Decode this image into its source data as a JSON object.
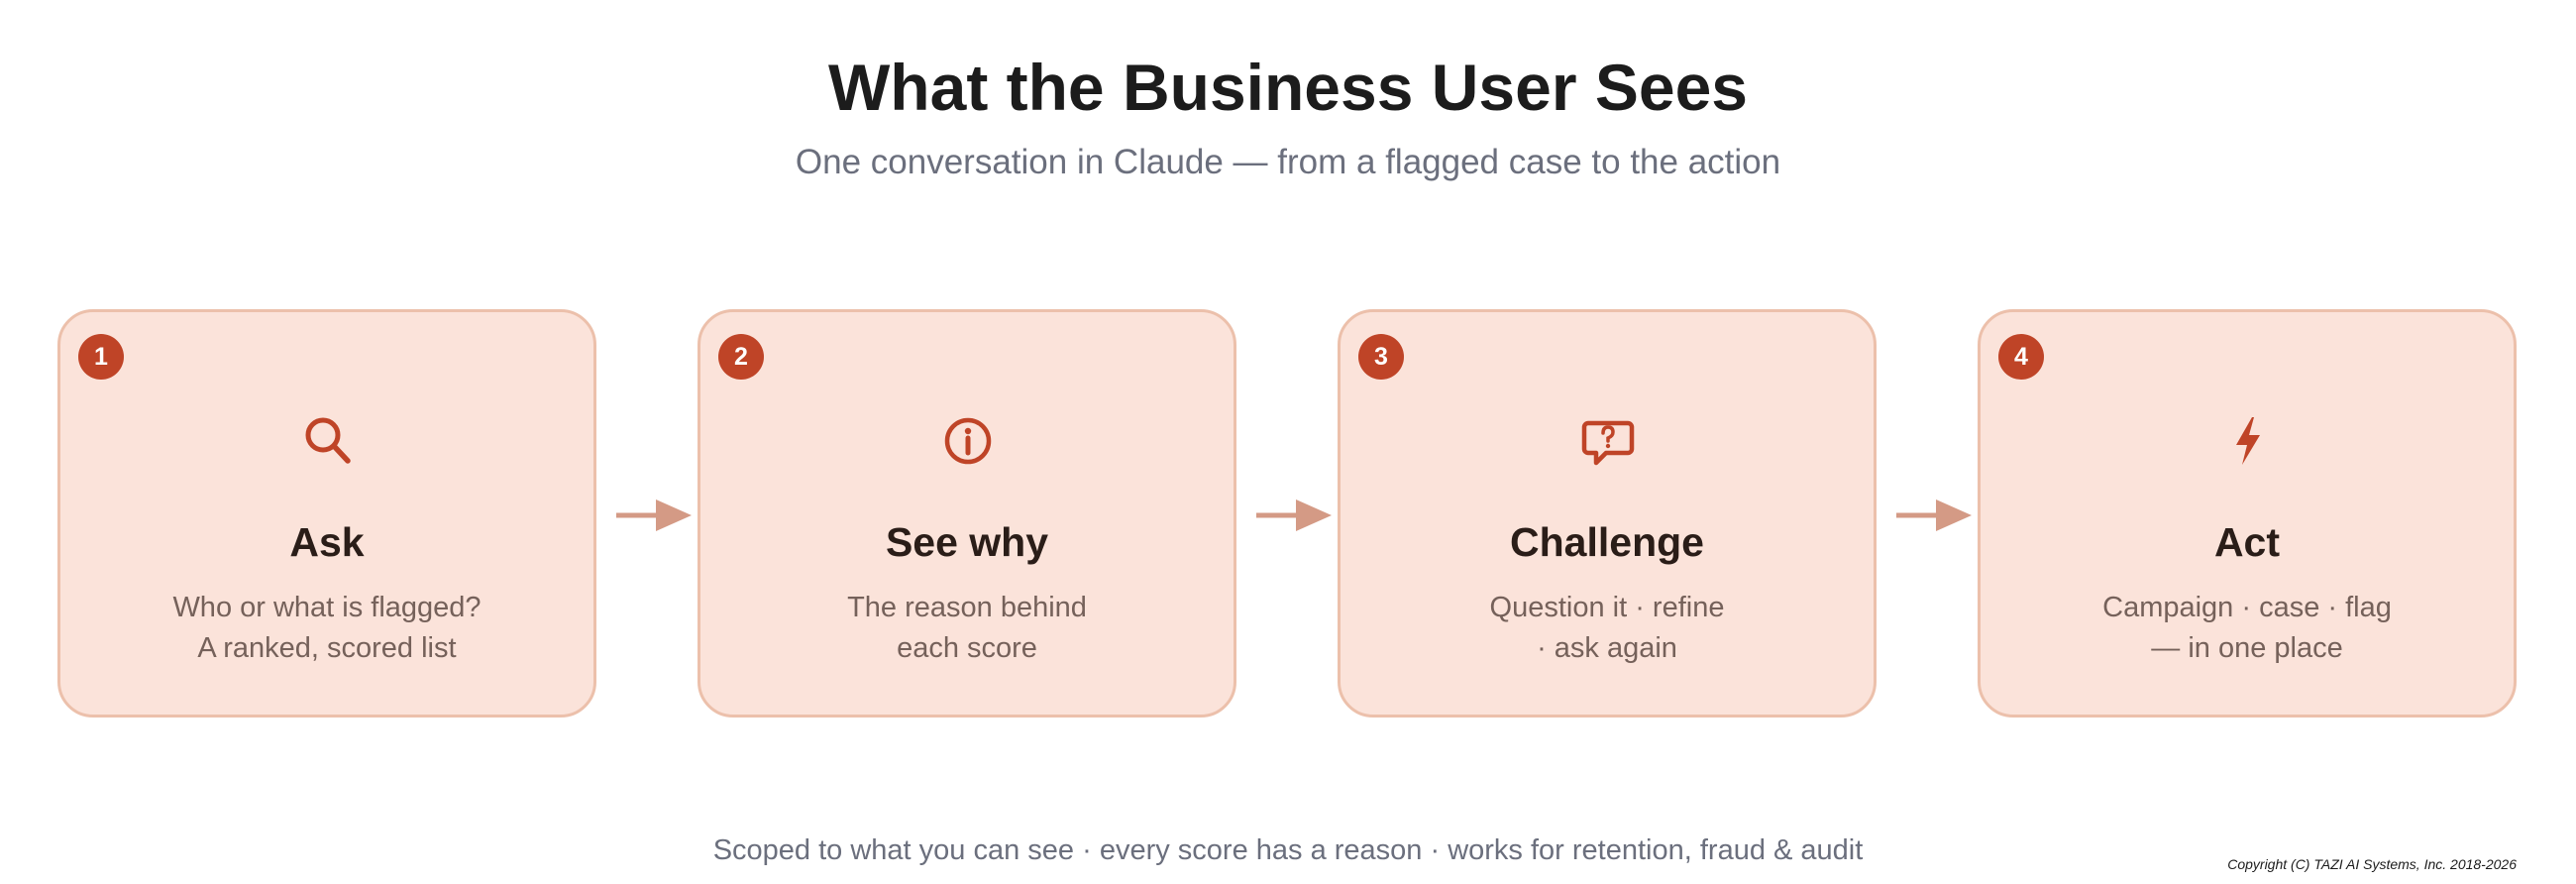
{
  "header": {
    "title": "What the Business User Sees",
    "subtitle": "One conversation in Claude — from a flagged case to the action"
  },
  "steps": [
    {
      "number": "1",
      "icon": "search-icon",
      "title": "Ask",
      "lines": [
        "Who or what is flagged?",
        "A ranked, scored list"
      ]
    },
    {
      "number": "2",
      "icon": "info-icon",
      "title": "See why",
      "lines": [
        "The reason behind",
        "each score"
      ]
    },
    {
      "number": "3",
      "icon": "question-chat-icon",
      "title": "Challenge",
      "lines": [
        "Question it · refine",
        "· ask again"
      ]
    },
    {
      "number": "4",
      "icon": "lightning-icon",
      "title": "Act",
      "lines": [
        "Campaign · case · flag",
        "— in one place"
      ]
    }
  ],
  "colors": {
    "card_background": "#fbe3da",
    "card_border": "#ecc0ab",
    "accent": "#bf4427",
    "arrow": "#d49a85"
  },
  "footer": {
    "tagline": "Scoped to what you can see · every score has a reason · works for retention, fraud & audit",
    "copyright": "Copyright  (C) TAZI AI Systems, Inc. 2018-2026"
  }
}
